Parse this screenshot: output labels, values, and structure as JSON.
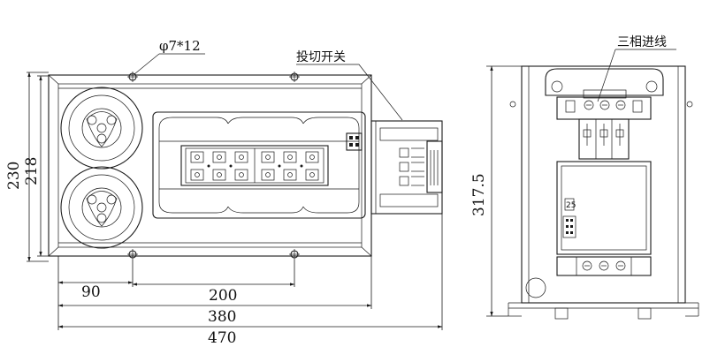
{
  "labels": {
    "hole_spec": "φ7*12",
    "switch_label": "投切开关",
    "inlet_label": "三相进线",
    "height_outer": "230",
    "height_inner": "218",
    "side_height": "317.5",
    "w_90": "90",
    "w_200": "200",
    "w_380": "380",
    "w_470": "470",
    "panel_mark": "25"
  },
  "colors": {
    "line": "#1a1a1a",
    "background": "#ffffff"
  }
}
